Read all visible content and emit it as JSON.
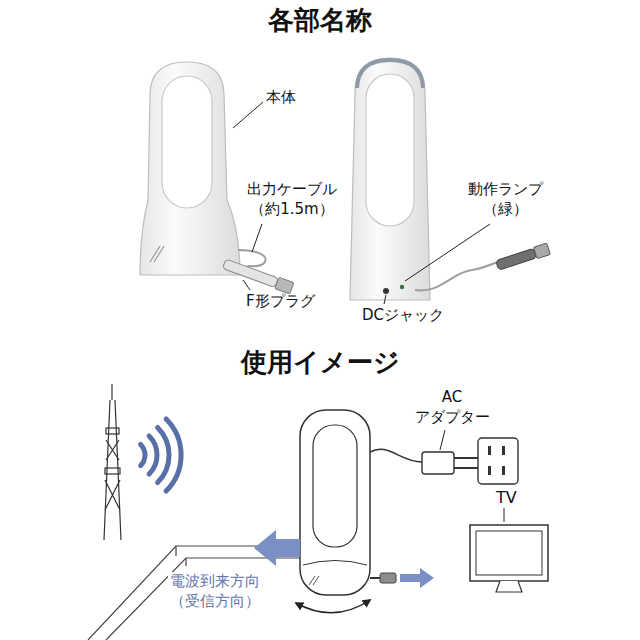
{
  "diagram": {
    "title": "各部名称",
    "labels": [
      "本体",
      "出力ケーブル （約1.5m）",
      "F形プラグ",
      "動作ランプ （緑）",
      "DCジャック",
      "使用イメージ",
      "AC アダプター",
      "TV",
      "電波到来方向 （受信方向）"
    ]
  }
}
